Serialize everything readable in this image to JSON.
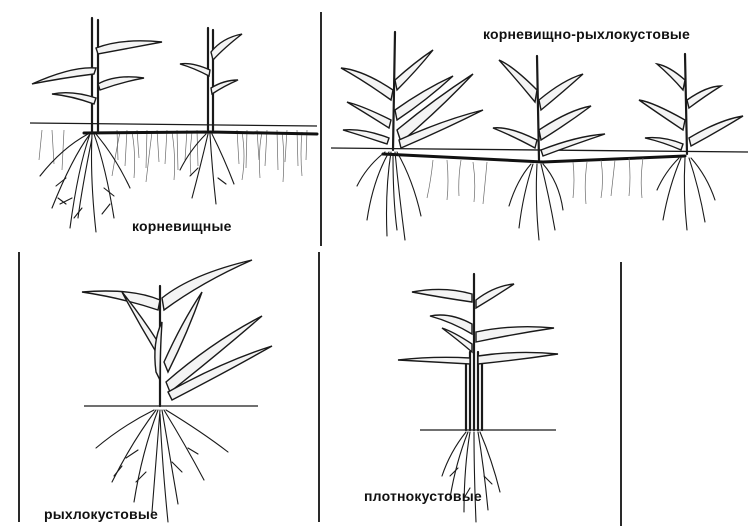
{
  "panels": {
    "rhizomatous": {
      "label": "корневищные"
    },
    "rhizomatous_loose": {
      "label": "корневищно-рыхлокустовые"
    },
    "loose_bunch": {
      "label": "рыхлокустовые"
    },
    "dense_bunch": {
      "label": "плотнокустовые"
    }
  }
}
